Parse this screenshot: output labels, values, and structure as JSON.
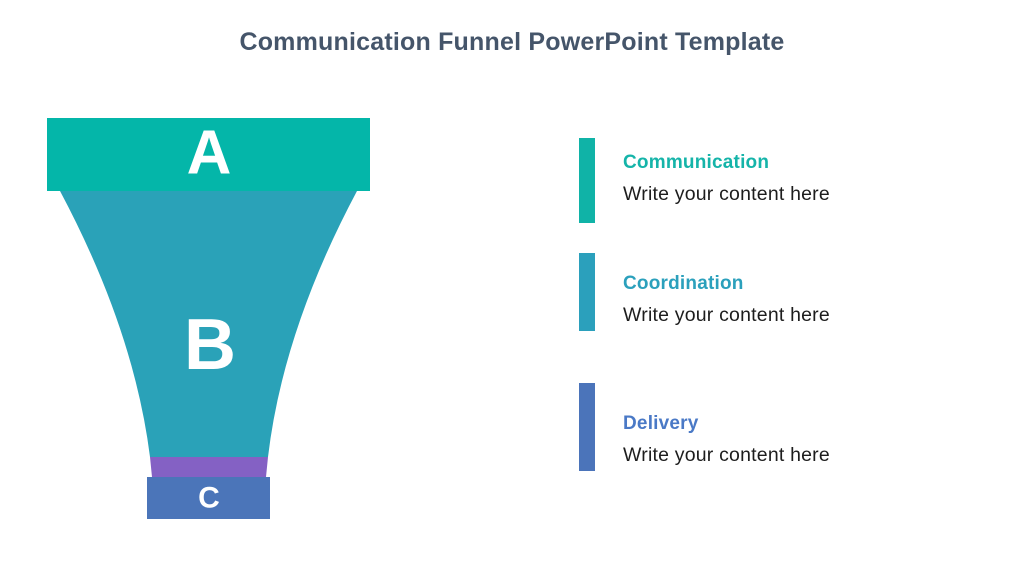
{
  "title": {
    "text": "Communication Funnel PowerPoint Template",
    "color": "#45556a"
  },
  "funnel": {
    "segment_a": {
      "label": "A",
      "color": "#04b6a9"
    },
    "segment_b": {
      "label": "B",
      "color": "#2aa2b8"
    },
    "spacer": {
      "color": "#8461c4"
    },
    "segment_c": {
      "label": "C",
      "color": "#4b75b9"
    }
  },
  "legend": {
    "body_color": "#1d1d1d",
    "items": [
      {
        "title": "Communication",
        "body": "Write your content here",
        "bar_color": "#10b3a7",
        "title_color": "#15b4a9"
      },
      {
        "title": "Coordination",
        "body": "Write your content here",
        "bar_color": "#2ba0bc",
        "title_color": "#2ba0bc"
      },
      {
        "title": "Delivery",
        "body": "Write your content here",
        "bar_color": "#4b74ba",
        "title_color": "#4a79c6"
      }
    ]
  }
}
